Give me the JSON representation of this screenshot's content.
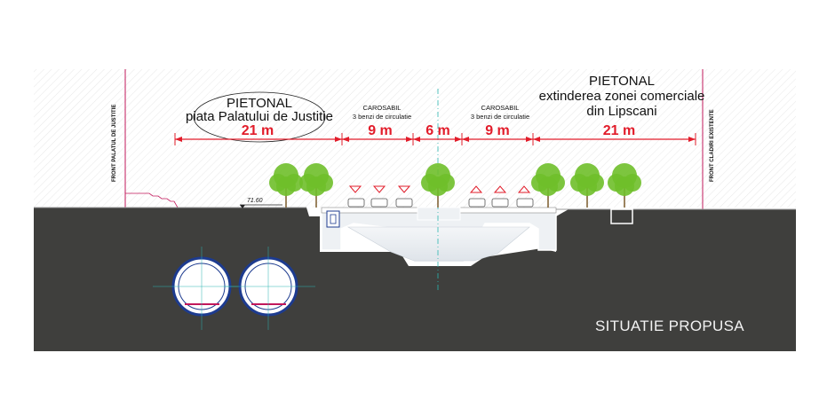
{
  "drawing": {
    "title": "SITUATIE PROPUSA",
    "elevation": "71.60",
    "left_front_label": "FRONT PALATUL DE JUSTITIE",
    "right_front_label": "FRONT CLADIRI EXISTENTE",
    "zones": {
      "left_pedestrian": {
        "title": "PIETONAL",
        "subtitle": "piata Palatului de Justitie",
        "width": "21 m"
      },
      "left_road": {
        "title": "CAROSABIL",
        "subtitle": "3 benzi de circulatie",
        "width": "9 m"
      },
      "median": {
        "width": "6 m"
      },
      "right_road": {
        "title": "CAROSABIL",
        "subtitle": "3 benzi de circulatie",
        "width": "9 m"
      },
      "right_pedestrian": {
        "title": "PIETONAL",
        "subtitle_line1": "extinderea zonei comerciale",
        "subtitle_line2": "din Lipscani",
        "width": "21 m"
      }
    },
    "colors": {
      "ground": "#3f3f3d",
      "dimension": "#e21c2a",
      "sky_hatch": "#e6e6e6",
      "tree": "#6fbf2a",
      "axis": "#2bb5b0",
      "structure": "#eef1f4"
    }
  }
}
